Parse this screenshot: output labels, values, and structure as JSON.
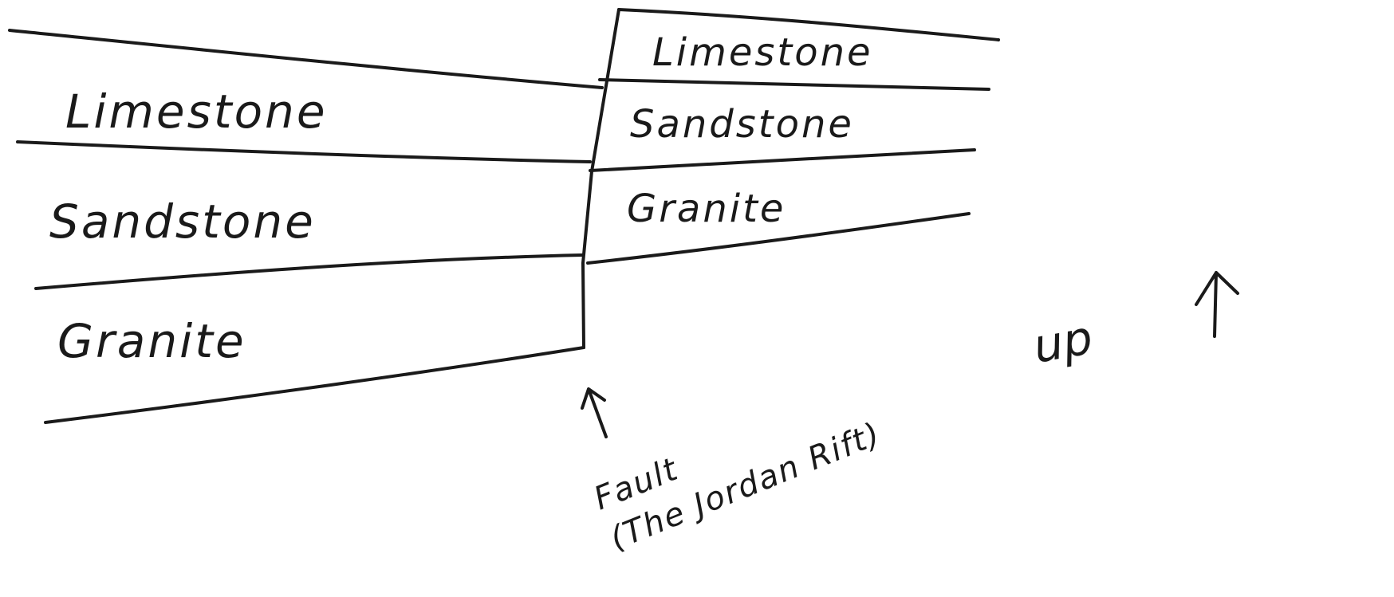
{
  "diagram": {
    "left_block": {
      "layers": [
        "Limestone",
        "Sandstone",
        "Granite"
      ]
    },
    "right_block": {
      "layers": [
        "Limestone",
        "Sandstone",
        "Granite"
      ]
    },
    "fault": {
      "label_line1": "Fault",
      "label_line2": "(The Jordan Rift)"
    },
    "direction": {
      "label": "up"
    }
  }
}
